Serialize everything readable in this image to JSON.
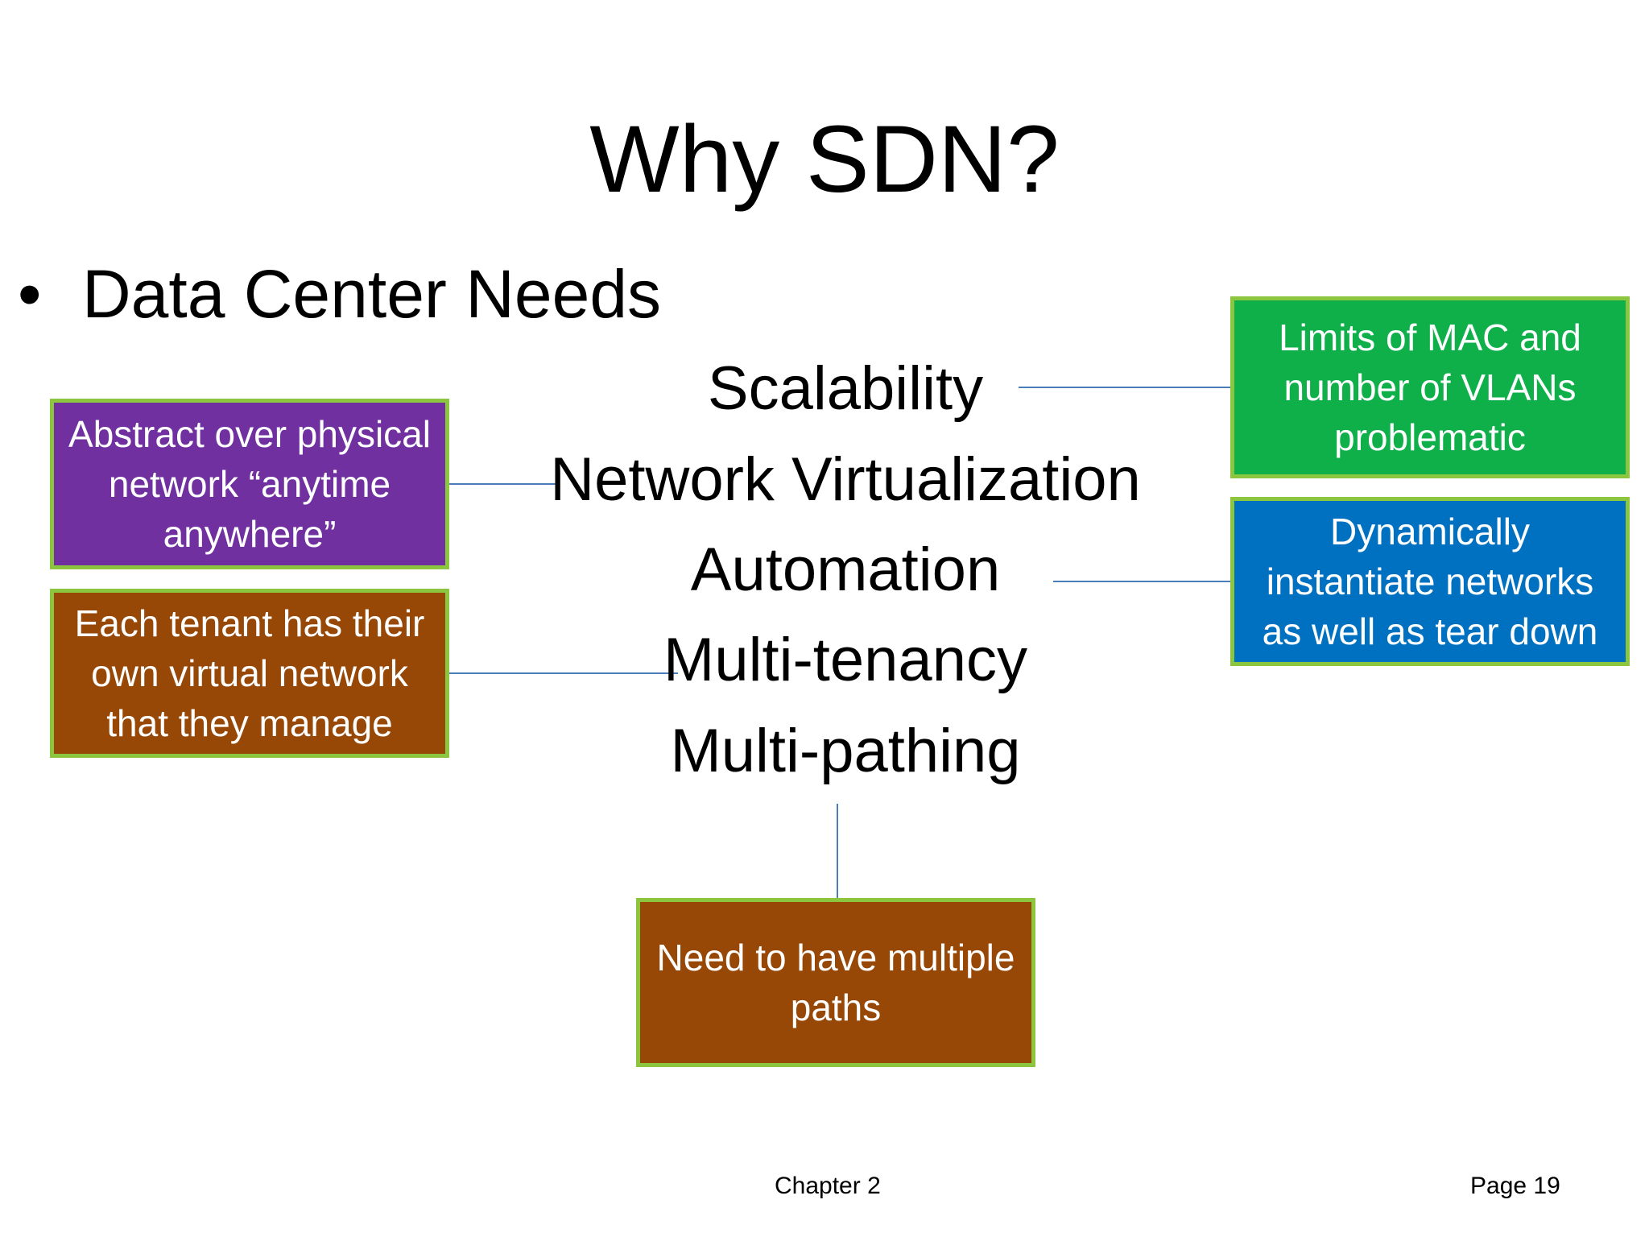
{
  "slide": {
    "title": "Why SDN?",
    "bullet": "Data Center Needs",
    "needs": [
      "Scalability",
      "Network Virtualization",
      "Automation",
      "Multi-tenancy",
      "Multi-pathing"
    ],
    "callouts": {
      "scalability": {
        "text": "Limits of MAC and number of VLANs problematic",
        "color": "#0fb04a"
      },
      "virtualization": {
        "text": "Abstract  over physical network “anytime anywhere”",
        "color": "#7030a0"
      },
      "automation": {
        "text": "Dynamically instantiate networks as well as tear down",
        "color": "#0070c0"
      },
      "multitenancy": {
        "text": "Each tenant has their own virtual network that they manage",
        "color": "#974706"
      },
      "multipathing": {
        "text": "Need to have multiple paths",
        "color": "#974706"
      }
    },
    "footer": {
      "chapter": "Chapter 2",
      "page": "Page 19"
    }
  }
}
